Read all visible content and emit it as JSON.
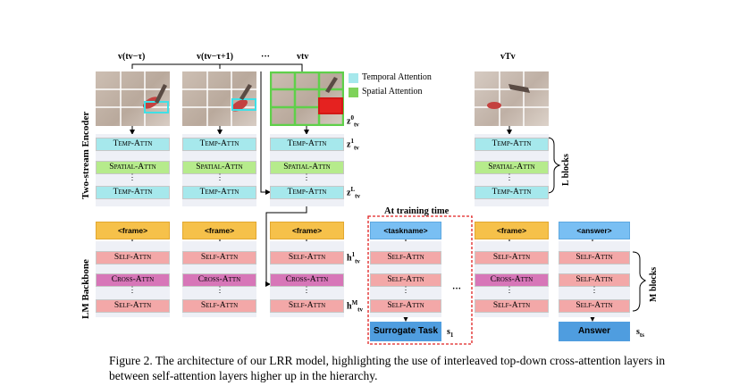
{
  "frame_labels": {
    "v1": "v(tv−τ)",
    "v2": "v(tv−τ+1)",
    "v3": "vtv",
    "v4": "vTv",
    "ellipsis": "···"
  },
  "legend": {
    "temporal": "Temporal Attention",
    "spatial": "Spatial Attention",
    "temporal_color": "#a6e8ec",
    "spatial_color": "#7fd25a"
  },
  "encoder": {
    "section_label": "Two-stream Encoder",
    "temp_attn": "Temp-Attn",
    "spatial_attn": "Spatial-Attn",
    "z0": "z",
    "z0_sup": "0",
    "z0_sub": "tv",
    "z1": "z",
    "z1_sup": "1",
    "z1_sub": "tv",
    "zL": "z",
    "zL_sup": "L",
    "zL_sub": "tv",
    "brace_label": "L blocks"
  },
  "lm": {
    "section_label": "LM Backbone",
    "frame_token": "<frame>",
    "taskname_token": "<taskname>",
    "answer_token": "<answer>",
    "self_attn": "Self-Attn",
    "cross_attn": "Cross-Attn",
    "h1": "h",
    "h1_sup": "1",
    "h1_sub": "tv",
    "hM": "h",
    "hM_sup": "M",
    "hM_sub": "tv",
    "training_label": "At training time",
    "surrogate_task": "Surrogate Task",
    "s1": "s",
    "s1_sub": "1",
    "answer_box": "Answer",
    "s_ts": "s",
    "s_ts_sub": "ts",
    "brace_label": "M blocks",
    "ellipsis": "···"
  },
  "caption": "Figure 2. The architecture of our LRR model, highlighting the use of interleaved top-down cross-attention layers in between self-attention layers higher up in the hierarchy."
}
